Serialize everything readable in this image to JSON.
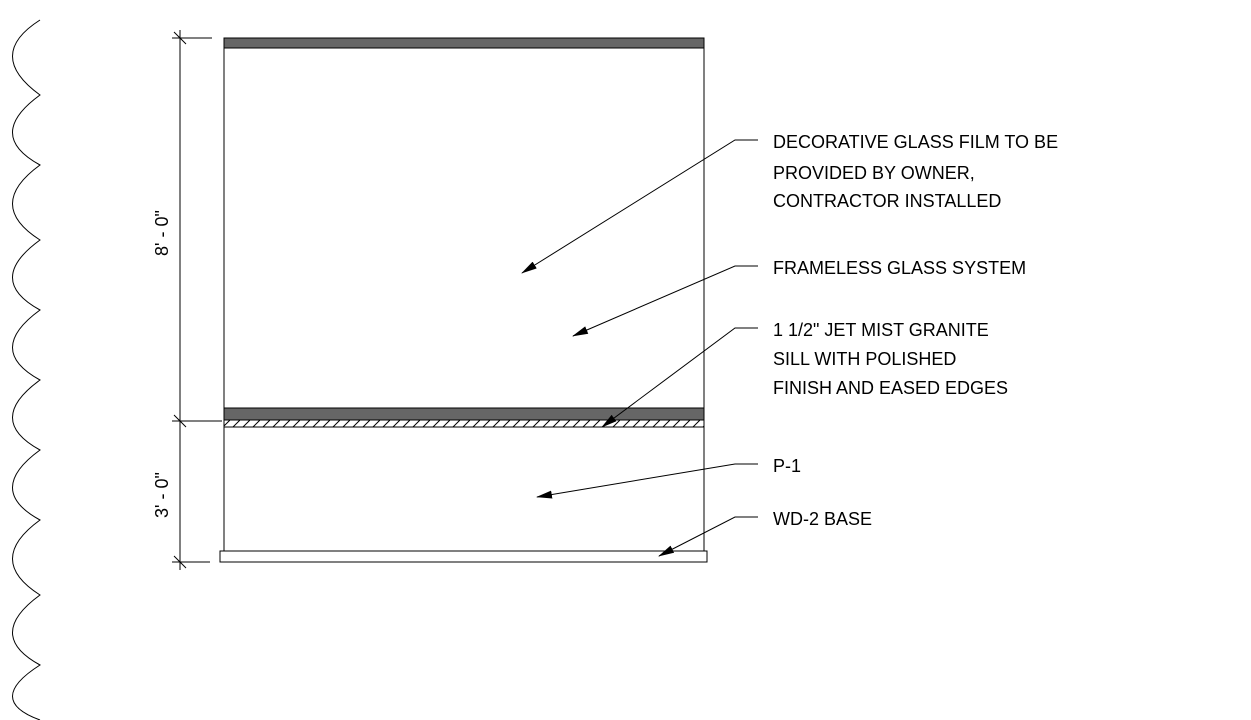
{
  "drawing": {
    "dimensions": {
      "upper": "8' - 0\"",
      "lower": "3' - 0\""
    },
    "notes": {
      "film": [
        "DECORATIVE GLASS FILM TO BE",
        "PROVIDED BY OWNER,",
        "CONTRACTOR INSTALLED"
      ],
      "glass": [
        "FRAMELESS GLASS SYSTEM"
      ],
      "sill": [
        "1 1/2\" JET MIST GRANITE",
        "SILL  WITH POLISHED",
        "FINISH AND EASED EDGES"
      ],
      "paint": [
        "P-1"
      ],
      "base": [
        "WD-2 BASE"
      ]
    }
  }
}
